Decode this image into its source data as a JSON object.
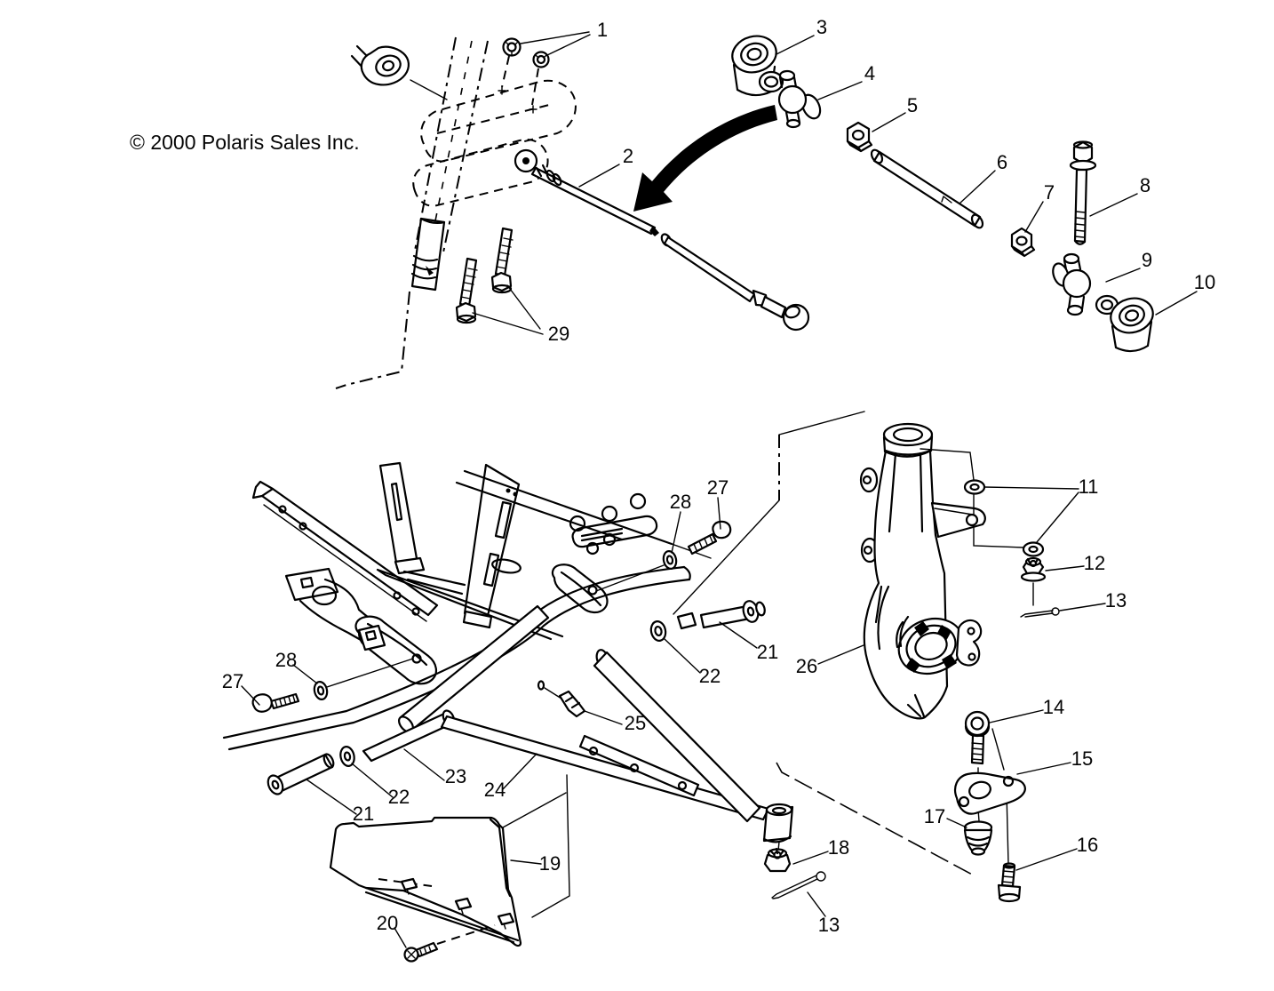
{
  "copyright": "© 2000 Polaris Sales Inc.",
  "colors": {
    "ink": "#000000",
    "background": "#ffffff"
  },
  "callouts": {
    "n1": "1",
    "n2": "2",
    "n3": "3",
    "n4": "4",
    "n5": "5",
    "n6": "6",
    "n7": "7",
    "n8": "8",
    "n9": "9",
    "n10": "10",
    "n11": "11",
    "n12": "12",
    "n13": "13",
    "n13b": "13",
    "n14": "14",
    "n15": "15",
    "n16": "16",
    "n17": "17",
    "n18": "18",
    "n19": "19",
    "n20": "20",
    "n21": "21",
    "n21b": "21",
    "n22": "22",
    "n22b": "22",
    "n23": "23",
    "n24": "24",
    "n25": "25",
    "n26": "26",
    "n27": "27",
    "n27b": "27",
    "n28": "28",
    "n28b": "28",
    "n29": "29"
  }
}
